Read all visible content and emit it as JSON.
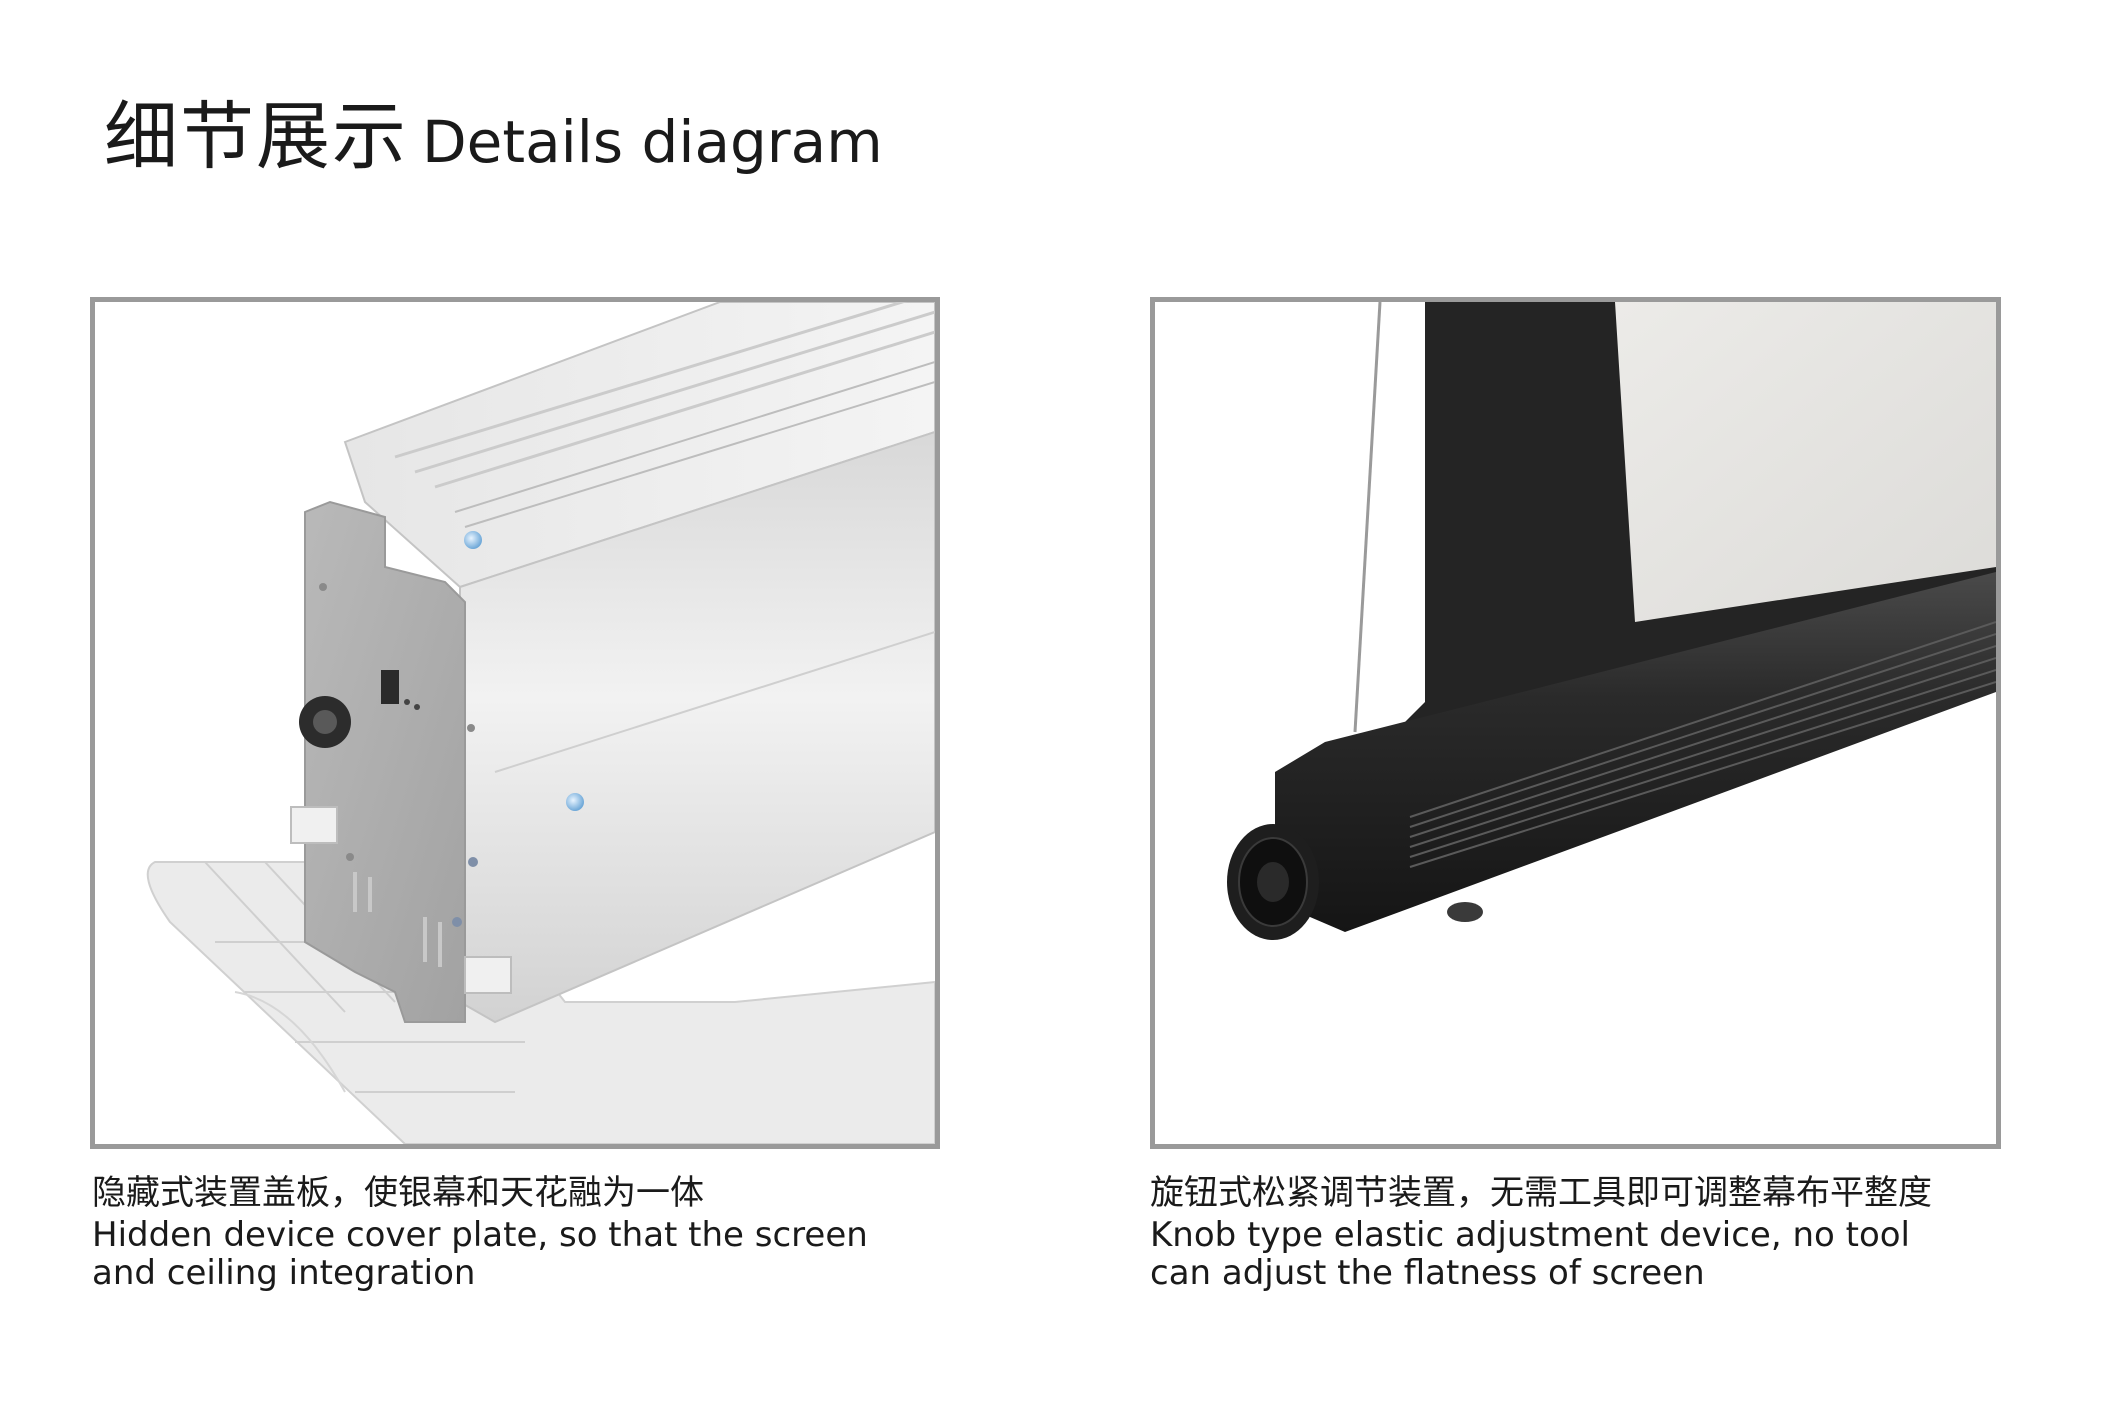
{
  "title": {
    "zh": "细节展示",
    "en": "Details diagram"
  },
  "panels": [
    {
      "caption_zh": "隐藏式装置盖板，使银幕和天花融为一体",
      "caption_en": "Hidden device cover plate, so that the screen and ceiling integration"
    },
    {
      "caption_zh": "旋钮式松紧调节装置，无需工具即可调整幕布平整度",
      "caption_en": "Knob type elastic adjustment device, no tool can adjust the flatness of screen"
    }
  ],
  "colors": {
    "frame_border": "#9a9a9a",
    "text": "#1a1a1a",
    "housing_silver": "#dcdcdc",
    "screen_black": "#222222"
  }
}
